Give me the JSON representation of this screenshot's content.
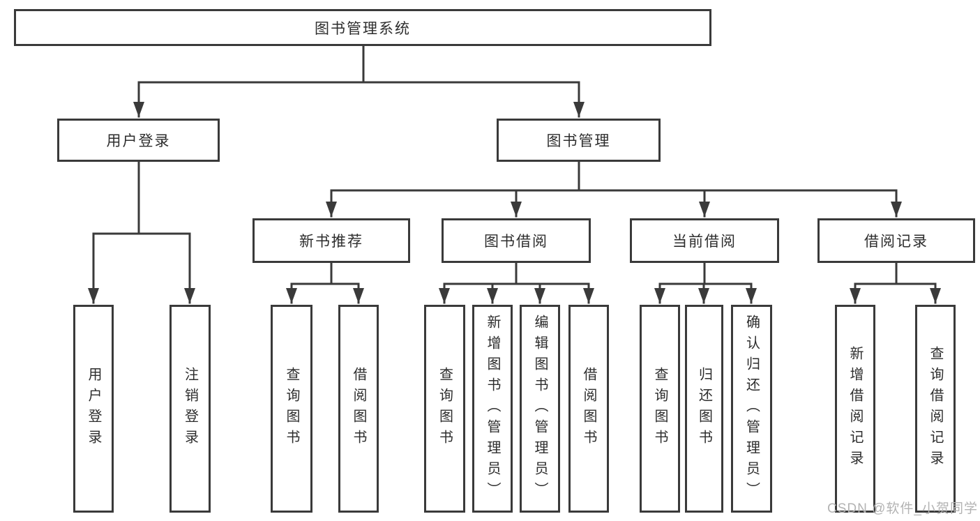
{
  "diagram": {
    "root": {
      "label": "图书管理系统"
    },
    "level1": {
      "user_login": {
        "label": "用户登录"
      },
      "book_management": {
        "label": "图书管理"
      }
    },
    "level2": {
      "new_book_recommend": {
        "label": "新书推荐"
      },
      "book_borrowing": {
        "label": "图书借阅"
      },
      "current_borrowing": {
        "label": "当前借阅"
      },
      "borrowing_records": {
        "label": "借阅记录"
      }
    },
    "leaves": {
      "user_login": {
        "label": "用户登录"
      },
      "logout": {
        "label": "注销登录"
      },
      "query_books_recommend": {
        "label": "查询图书"
      },
      "borrow_books_recommend": {
        "label": "借阅图书"
      },
      "query_books_borrowing": {
        "label": "查询图书"
      },
      "add_books_admin": {
        "label": "新增图书（管理员）"
      },
      "edit_books_admin": {
        "label": "编辑图书（管理员）"
      },
      "borrow_books_borrowing": {
        "label": "借阅图书"
      },
      "query_books_current": {
        "label": "查询图书"
      },
      "return_books": {
        "label": "归还图书"
      },
      "confirm_return_admin": {
        "label": "确认归还（管理员）"
      },
      "add_borrow_record": {
        "label": "新增借阅记录"
      },
      "query_borrow_record": {
        "label": "查询借阅记录"
      }
    },
    "hierarchy": {
      "图书管理系统": {
        "用户登录": [
          "用户登录",
          "注销登录"
        ],
        "图书管理": {
          "新书推荐": [
            "查询图书",
            "借阅图书"
          ],
          "图书借阅": [
            "查询图书",
            "新增图书（管理员）",
            "编辑图书（管理员）",
            "借阅图书"
          ],
          "当前借阅": [
            "查询图书",
            "归还图书",
            "确认归还（管理员）"
          ],
          "借阅记录": [
            "新增借阅记录",
            "查询借阅记录"
          ]
        }
      }
    }
  },
  "watermark": {
    "text": "CSDN @软件_小贺同学"
  },
  "colors": {
    "line": "#3a3a3a",
    "border": "#3a3a3a",
    "text": "#2d2d2d",
    "watermark": "#b3b3b3",
    "background": "#ffffff"
  }
}
